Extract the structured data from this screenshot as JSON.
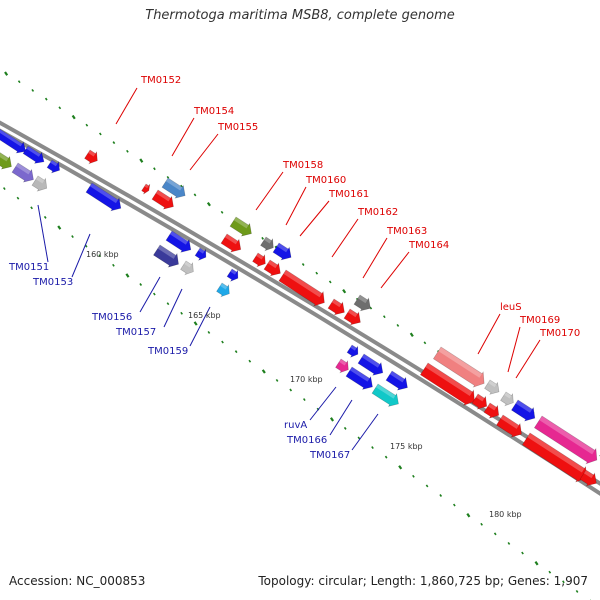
{
  "title": "Thermotoga maritima MSB8, complete genome",
  "footer": {
    "accession": "Accession: NC_000853",
    "topology": "Topology: circular; Length: 1,860,725 bp; Genes: 1,907"
  },
  "colors": {
    "backbone": "#8a8a8a",
    "tick": "#1e7f1e",
    "forward_label": "#dd0000",
    "reverse_label": "#1a1aa8"
  },
  "scale_labels": [
    {
      "text": "160 kbp"
    },
    {
      "text": "165 kbp"
    },
    {
      "text": "170 kbp"
    },
    {
      "text": "175 kbp"
    },
    {
      "text": "180 kbp"
    }
  ],
  "gene_labels_forward": [
    "TM0152",
    "TM0154",
    "TM0155",
    "TM0158",
    "TM0160",
    "TM0161",
    "TM0162",
    "TM0163",
    "TM0164",
    "leuS",
    "TM0169",
    "TM0170"
  ],
  "gene_labels_reverse": [
    "TM0151",
    "TM0153",
    "TM0156",
    "TM0157",
    "TM0159",
    "ruvA",
    "TM0166",
    "TM0167"
  ]
}
